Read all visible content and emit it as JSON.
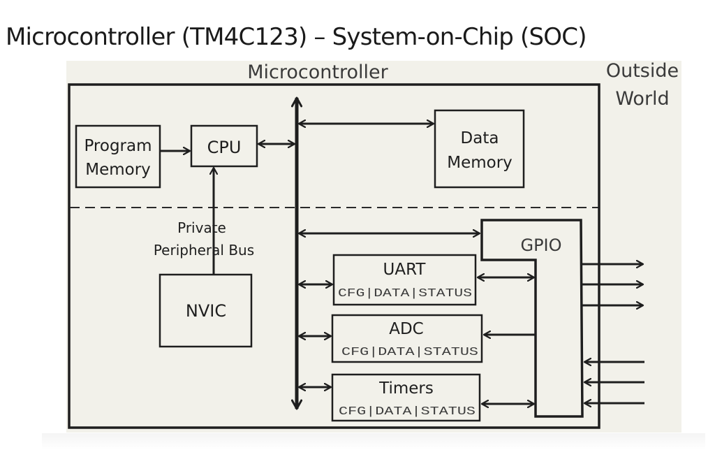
{
  "slide": {
    "title": "Microcontroller (TM4C123) – System-on-Chip (SOC)"
  },
  "diagram": {
    "region_labels": {
      "microcontroller": "Microcontroller",
      "outside_world_line1": "Outside",
      "outside_world_line2": "World"
    },
    "blocks": {
      "program_memory": {
        "line1": "Program",
        "line2": "Memory"
      },
      "cpu": {
        "label": "CPU"
      },
      "data_memory": {
        "line1": "Data",
        "line2": "Memory"
      },
      "nvic": {
        "label": "NVIC"
      },
      "gpio": {
        "label": "GPIO"
      },
      "uart": {
        "label": "UART",
        "registers": "CFG|DATA|STATUS"
      },
      "adc": {
        "label": "ADC",
        "registers": "CFG|DATA|STATUS"
      },
      "timers": {
        "label": "Timers",
        "registers": "CFG|DATA|STATUS"
      }
    },
    "bus_labels": {
      "private_bus_line1": "Private",
      "private_bus_line2": "Peripheral Bus"
    },
    "connections": [
      {
        "from": "program_memory",
        "to": "cpu",
        "direction": "one-way"
      },
      {
        "from": "cpu",
        "to": "system_bus",
        "direction": "two-way"
      },
      {
        "from": "system_bus",
        "to": "data_memory",
        "direction": "two-way"
      },
      {
        "from": "nvic",
        "to": "cpu",
        "direction": "one-way",
        "via": "private_peripheral_bus"
      },
      {
        "from": "system_bus",
        "to": "gpio",
        "direction": "two-way"
      },
      {
        "from": "system_bus",
        "to": "uart",
        "direction": "two-way"
      },
      {
        "from": "system_bus",
        "to": "adc",
        "direction": "two-way"
      },
      {
        "from": "system_bus",
        "to": "timers",
        "direction": "two-way"
      },
      {
        "from": "gpio",
        "to": "uart",
        "direction": "two-way"
      },
      {
        "from": "gpio",
        "to": "adc",
        "direction": "one-way"
      },
      {
        "from": "gpio",
        "to": "timers",
        "direction": "two-way"
      },
      {
        "from": "gpio",
        "to": "outside_world",
        "direction": "one-way",
        "count": 3
      },
      {
        "from": "outside_world",
        "to": "gpio",
        "direction": "one-way",
        "count": 3
      }
    ],
    "colors": {
      "background": "#f2f1ea",
      "stroke": "#1e1e1e"
    }
  }
}
